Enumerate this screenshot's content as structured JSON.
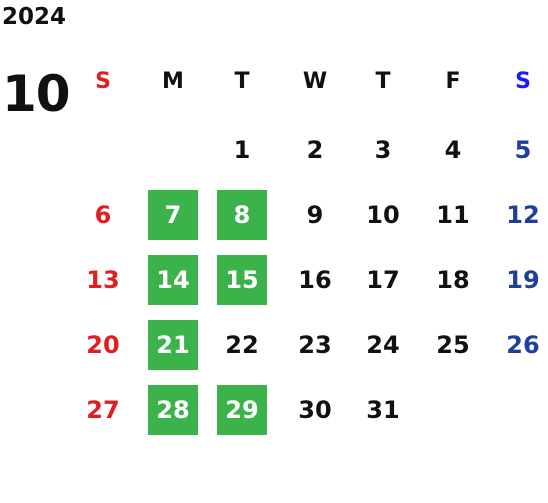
{
  "calendar": {
    "year": "2024",
    "month": "10",
    "weekdays": [
      "S",
      "M",
      "T",
      "W",
      "T",
      "F",
      "S"
    ],
    "weeks": [
      [
        "",
        "",
        "1",
        "2",
        "3",
        "4",
        "5"
      ],
      [
        "6",
        "7",
        "8",
        "9",
        "10",
        "11",
        "12"
      ],
      [
        "13",
        "14",
        "15",
        "16",
        "17",
        "18",
        "19"
      ],
      [
        "20",
        "21",
        "22",
        "23",
        "24",
        "25",
        "26"
      ],
      [
        "27",
        "28",
        "29",
        "30",
        "31",
        "",
        ""
      ]
    ],
    "highlighted_days": [
      "7",
      "8",
      "14",
      "15",
      "21",
      "28",
      "29"
    ]
  },
  "colors": {
    "sunday": "#e02020",
    "saturday_header": "#1a1aff",
    "saturday": "#1f3f9a",
    "weekday": "#111111",
    "highlight_bg": "#3cb34a",
    "highlight_text": "#ffffff"
  }
}
